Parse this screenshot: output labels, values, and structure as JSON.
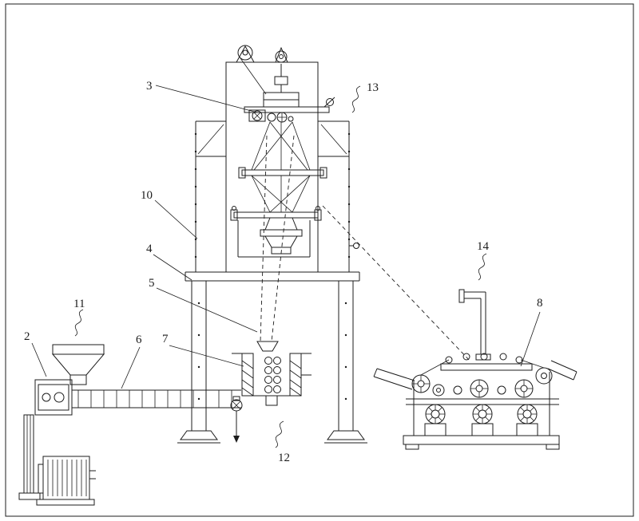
{
  "figure": {
    "background": "#ffffff",
    "line_color": "#1c1c1c",
    "labels": [
      {
        "text": "3"
      },
      {
        "text": "13"
      },
      {
        "text": "10"
      },
      {
        "text": "4"
      },
      {
        "text": "5"
      },
      {
        "text": "11"
      },
      {
        "text": "2"
      },
      {
        "text": "6"
      },
      {
        "text": "7"
      },
      {
        "text": "14"
      },
      {
        "text": "8"
      },
      {
        "text": "12"
      }
    ]
  }
}
